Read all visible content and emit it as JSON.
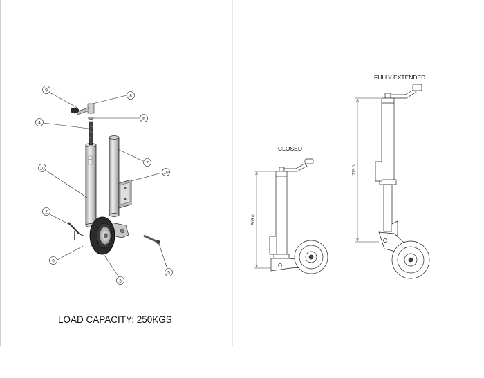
{
  "load_capacity": "LOAD CAPACITY: 250KGS",
  "views": {
    "closed_label": "CLOSED",
    "extended_label": "FULLY EXTENDED"
  },
  "dimensions": {
    "closed_height": "505.0",
    "extended_height": "775.0"
  },
  "callouts": [
    "9",
    "8",
    "6",
    "4",
    "7",
    "10",
    "10",
    "2",
    "9",
    "3",
    "5"
  ],
  "colors": {
    "line": "#222222",
    "tube_light": "#e6e6e6",
    "tube_mid": "#bdbdbd",
    "tube_dark": "#8c8c8c",
    "tyre": "#2b2b2b",
    "frame_rule": "#d0d0d0"
  }
}
